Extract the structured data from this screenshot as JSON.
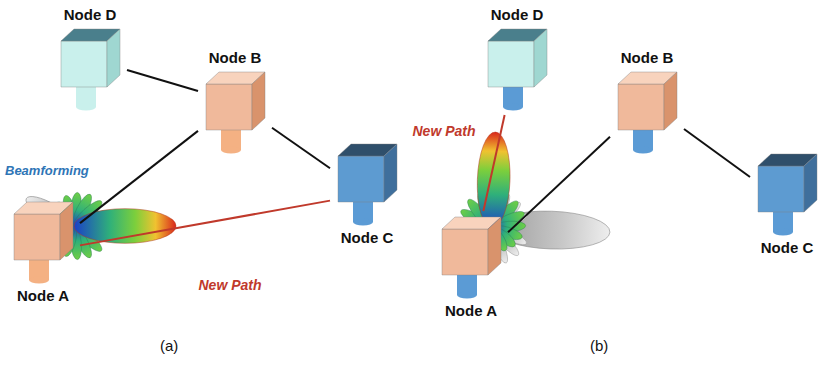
{
  "diagram": {
    "nodes": [
      {
        "text": [
          "Node D"
        ]
      },
      {
        "text": [
          "Node B"
        ]
      },
      {
        "text": [
          "Node C"
        ]
      },
      {
        "text": [
          "Node A"
        ]
      },
      {
        "text": [
          "Node D"
        ]
      },
      {
        "text": [
          "Node B"
        ]
      },
      {
        "text": [
          "Node C"
        ]
      },
      {
        "text": [
          "Node A"
        ]
      }
    ],
    "edges": [
      {
        "from": 0,
        "to": 1,
        "arrow": "none"
      },
      {
        "from": 1,
        "to": 3,
        "arrow": "none"
      },
      {
        "from": 1,
        "to": 2,
        "arrow": "none"
      },
      {
        "from": 3,
        "to": 2,
        "label": "New Path",
        "arrow": "none"
      },
      {
        "from": 5,
        "to": 7,
        "arrow": "none"
      },
      {
        "from": 5,
        "to": 6,
        "arrow": "none"
      },
      {
        "from": 7,
        "to": 4,
        "label": "New Path",
        "arrow": "none"
      }
    ],
    "labels": [
      "Beamforming",
      "(a)",
      "(b)"
    ]
  }
}
